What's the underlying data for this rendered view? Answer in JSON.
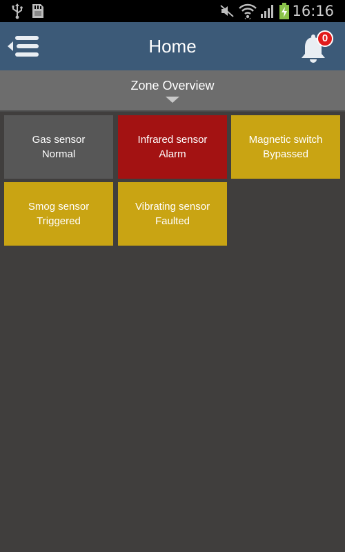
{
  "status_bar": {
    "time": "16:16",
    "icons": [
      "usb-icon",
      "sd-card-icon",
      "mute-icon",
      "wifi-icon",
      "signal-icon",
      "battery-charging-icon"
    ]
  },
  "app_bar": {
    "title": "Home",
    "menu_icon": "menu-back-icon",
    "notification_icon": "bell-icon",
    "notification_count": "0"
  },
  "zone_overview": {
    "label": "Zone Overview"
  },
  "zones": [
    {
      "name": "Gas sensor",
      "status": "Normal",
      "color": "#575757"
    },
    {
      "name": "Infrared sensor",
      "status": "Alarm",
      "color": "#a31212"
    },
    {
      "name": "Magnetic switch",
      "status": "Bypassed",
      "color": "#c9a413"
    },
    {
      "name": "Smog sensor",
      "status": "Triggered",
      "color": "#c9a413"
    },
    {
      "name": "Vibrating sensor",
      "status": "Faulted",
      "color": "#c9a413"
    }
  ],
  "colors": {
    "app_bar": "#3c5a78",
    "background": "#403e3d",
    "header": "#6d6d6d",
    "badge": "#e21b1b"
  }
}
